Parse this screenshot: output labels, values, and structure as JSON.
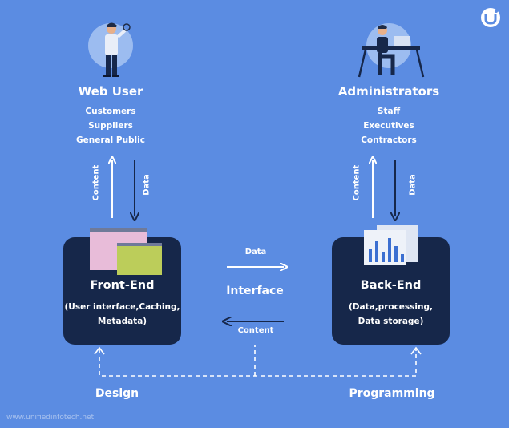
{
  "web_user": {
    "title": "Web User",
    "items": [
      "Customers",
      "Suppliers",
      "General Public"
    ]
  },
  "administrators": {
    "title": "Administrators",
    "items": [
      "Staff",
      "Executives",
      "Contractors"
    ]
  },
  "front_end": {
    "title": "Front-End",
    "desc_line1": "(User interface,Caching,",
    "desc_line2": "Metadata)"
  },
  "back_end": {
    "title": "Back-End",
    "desc_line1": "(Data,processing,",
    "desc_line2": "Data storage)"
  },
  "interface": {
    "title": "Interface",
    "top_label": "Data",
    "bottom_label": "Content"
  },
  "left_arrows": {
    "up_label": "Content",
    "down_label": "Data"
  },
  "right_arrows": {
    "up_label": "Content",
    "down_label": "Data"
  },
  "bottom": {
    "left_label": "Design",
    "right_label": "Programming"
  },
  "watermark": "www.unifiedinfotech.net",
  "colors": {
    "background": "#5b8ce2",
    "box": "#16274a",
    "text": "#ffffff",
    "arrow_dark": "#16274a"
  }
}
